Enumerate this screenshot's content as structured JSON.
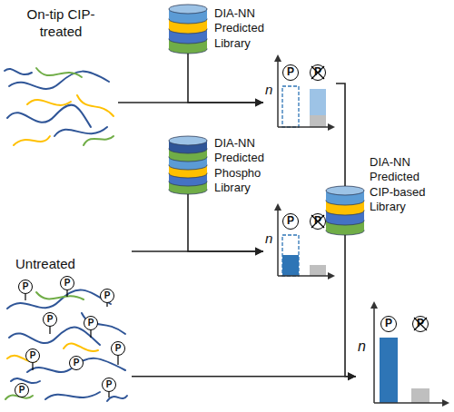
{
  "diagram": {
    "nodes": [
      {
        "text": [
          "On-tip CIP-treated"
        ]
      },
      {
        "text": [
          "DIA-NN Predicted Library"
        ]
      },
      {
        "text": [
          "n",
          "P",
          "P"
        ]
      },
      {
        "text": [
          "DIA-NN Predicted Phospho Library"
        ]
      },
      {
        "text": [
          "n",
          "P",
          "P"
        ]
      },
      {
        "text": [
          "DIA-NN Predicted CIP-based Library"
        ]
      },
      {
        "text": [
          "Untreated"
        ]
      },
      {
        "text": [
          "n",
          "P",
          "P"
        ]
      }
    ],
    "edges": [
      {
        "from": 0,
        "to": 2,
        "arrow": "to"
      },
      {
        "from": 1,
        "to": 2,
        "arrow": "to"
      },
      {
        "from": 2,
        "to": 5,
        "arrow": "none"
      },
      {
        "from": 5,
        "to": 7,
        "arrow": "to"
      },
      {
        "from": 3,
        "to": 4,
        "arrow": "to"
      },
      {
        "from": 6,
        "to": 4,
        "arrow": "to"
      },
      {
        "from": 6,
        "to": 7,
        "arrow": "to"
      }
    ],
    "labels": [
      "P",
      "P",
      "P",
      "P",
      "P",
      "P",
      "P",
      "P",
      "P",
      "P"
    ]
  }
}
